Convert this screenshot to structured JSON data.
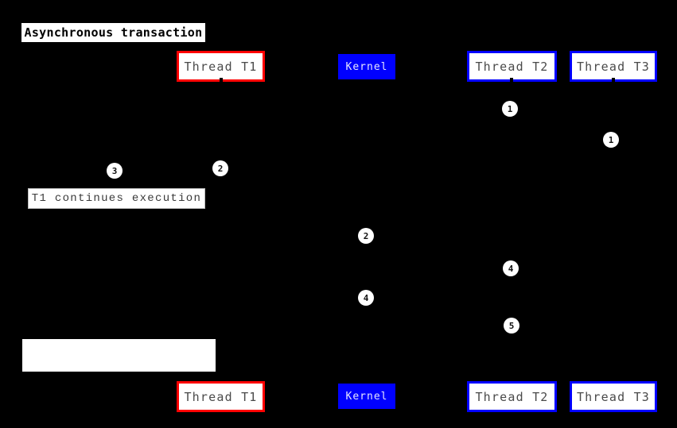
{
  "diagram": {
    "title": "Asynchronous transaction",
    "type": "sequence-diagram",
    "note_left": "T1 continues execution",
    "note_empty": ""
  },
  "participants": [
    {
      "label": "Thread T1",
      "role": "thread",
      "accent": "#ff0000"
    },
    {
      "label": "Kernel",
      "role": "kernel",
      "accent": "#0000ff"
    },
    {
      "label": "Thread T2",
      "role": "thread",
      "accent": "#0000ff"
    },
    {
      "label": "Thread T3",
      "role": "thread",
      "accent": "#0000ff"
    }
  ],
  "markers": [
    {
      "label": "1",
      "lane": "Thread T2"
    },
    {
      "label": "1",
      "lane": "Thread T3"
    },
    {
      "label": "2",
      "lane": "Thread T1"
    },
    {
      "label": "3",
      "lane": "note"
    },
    {
      "label": "2",
      "lane": "Kernel"
    },
    {
      "label": "4",
      "lane": "Thread T2"
    },
    {
      "label": "4",
      "lane": "Kernel"
    },
    {
      "label": "5",
      "lane": "Thread T2"
    }
  ],
  "colors": {
    "background": "#000000",
    "thread_t1_border": "#ff0000",
    "thread_t2_t3_border": "#0000ff",
    "kernel_fill": "#0000ff",
    "box_fill": "#ffffff",
    "box_text": "#4a4a4a",
    "title_text": "#000000",
    "kernel_text": "#e6e6ff"
  }
}
